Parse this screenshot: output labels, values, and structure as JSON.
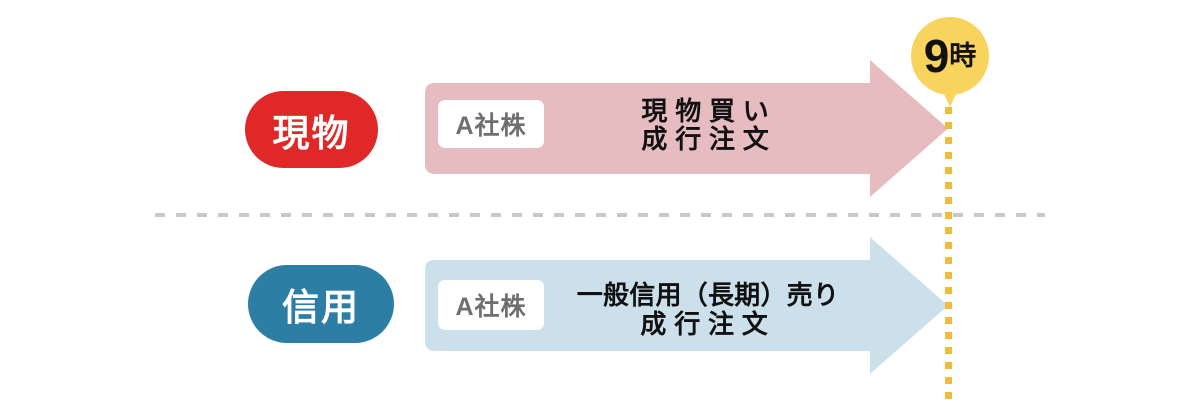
{
  "colors": {
    "spot_red": "#E12829",
    "spot_pink": "#E7BCC0",
    "margin_blue": "#2C7EA5",
    "margin_light_blue": "#CCE0EB",
    "time_yellow": "#F8D45E",
    "timeline_orange": "#F2BB3C",
    "divider_gray": "#C9C9C9",
    "ticker_gray": "#6F6F6F",
    "text_black": "#111111"
  },
  "rows": [
    {
      "pill_label": "現物",
      "ticker_label": "A社株",
      "order_line1": "現物買い",
      "order_line2": "成行注文"
    },
    {
      "pill_label": "信用",
      "ticker_label": "A社株",
      "order_line1": "一般信用（長期）売り",
      "order_line2": "成行注文"
    }
  ],
  "time_marker": {
    "number": "9",
    "unit": "時"
  }
}
